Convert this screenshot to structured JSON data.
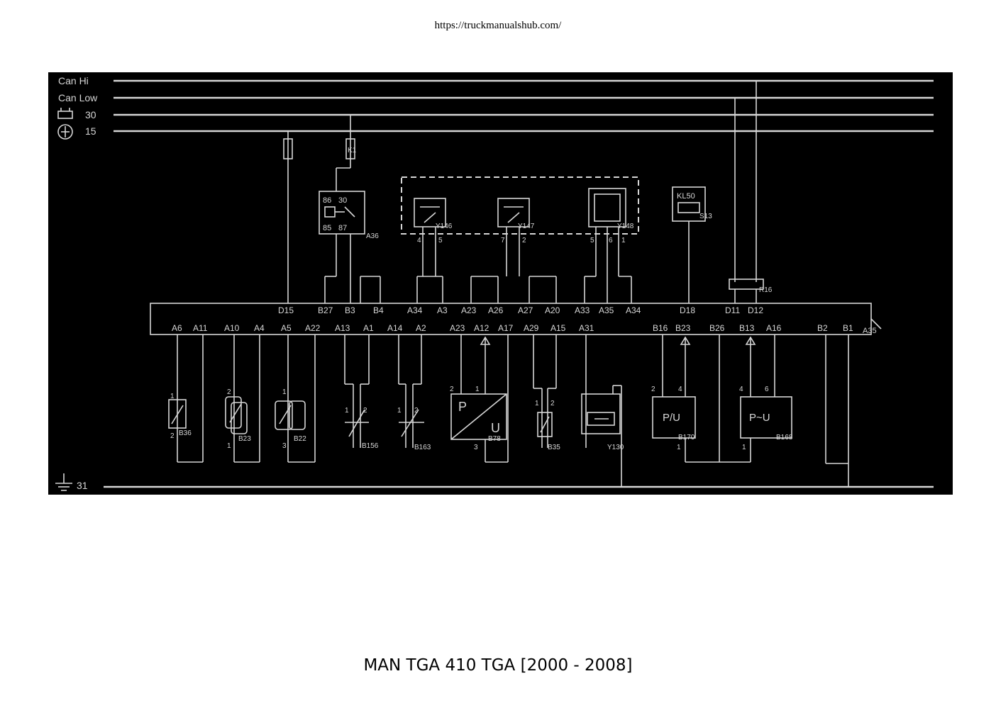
{
  "header": {
    "url": "https://truckmanualshub.com/"
  },
  "footer": {
    "title": "MAN TGA 410 TGA [2000 - 2008]"
  },
  "colors": {
    "background": "#000000",
    "lines": "#d6d6d6",
    "page": "#ffffff"
  },
  "diagram": {
    "bus_lines": {
      "can_hi": "Can Hi",
      "can_low": "Can Low",
      "b30": "30",
      "b15": "15",
      "ground": "31"
    },
    "control_unit": {
      "name": "A35",
      "top_pins": [
        "D15",
        "B27",
        "B3",
        "B4",
        "A34",
        "A3",
        "A23",
        "A26",
        "A27",
        "A20",
        "A33",
        "A35",
        "A34",
        "D18",
        "D11",
        "D12"
      ],
      "bottom_pins": [
        "A6",
        "A11",
        "A10",
        "A4",
        "A5",
        "A22",
        "A13",
        "A1",
        "A14",
        "A2",
        "A23",
        "A12",
        "A17",
        "A29",
        "A15",
        "A31",
        "B16",
        "B23",
        "B26",
        "B13",
        "A16",
        "B2",
        "B1"
      ]
    },
    "relay": {
      "name": "A36",
      "pins": [
        "86",
        "30",
        "85",
        "87"
      ],
      "tag": "K1"
    },
    "valves": [
      {
        "name": "Y146",
        "pins": [
          "4",
          "5"
        ]
      },
      {
        "name": "Y147",
        "pins": [
          "7",
          "2"
        ]
      },
      {
        "name": "Y148",
        "pins": [
          "5",
          "6",
          "1"
        ]
      }
    ],
    "switch_kl50": {
      "label": "KL50",
      "name": "S13"
    },
    "terminating_resistor": {
      "name": "R16"
    },
    "sensors": [
      {
        "name": "B36",
        "pins": [
          "1",
          "2"
        ]
      },
      {
        "name": "B23",
        "pins": [
          "2",
          "1"
        ]
      },
      {
        "name": "B22",
        "pins": [
          "1",
          "3"
        ]
      },
      {
        "name": "B156",
        "pins": [
          "1",
          "2"
        ]
      },
      {
        "name": "B163",
        "pins": [
          "1",
          "2"
        ]
      },
      {
        "name": "B78",
        "pins": [
          "2",
          "1",
          "3"
        ],
        "symbol": [
          "P",
          "U"
        ]
      },
      {
        "name": "B35",
        "pins": [
          "1",
          "2"
        ]
      },
      {
        "name": "Y130",
        "pins": []
      },
      {
        "name": "B170",
        "pins": [
          "2",
          "4",
          "1"
        ],
        "symbol": "P/U"
      },
      {
        "name": "B168",
        "pins": [
          "4",
          "6",
          "1"
        ],
        "symbol": "P~U"
      }
    ]
  }
}
